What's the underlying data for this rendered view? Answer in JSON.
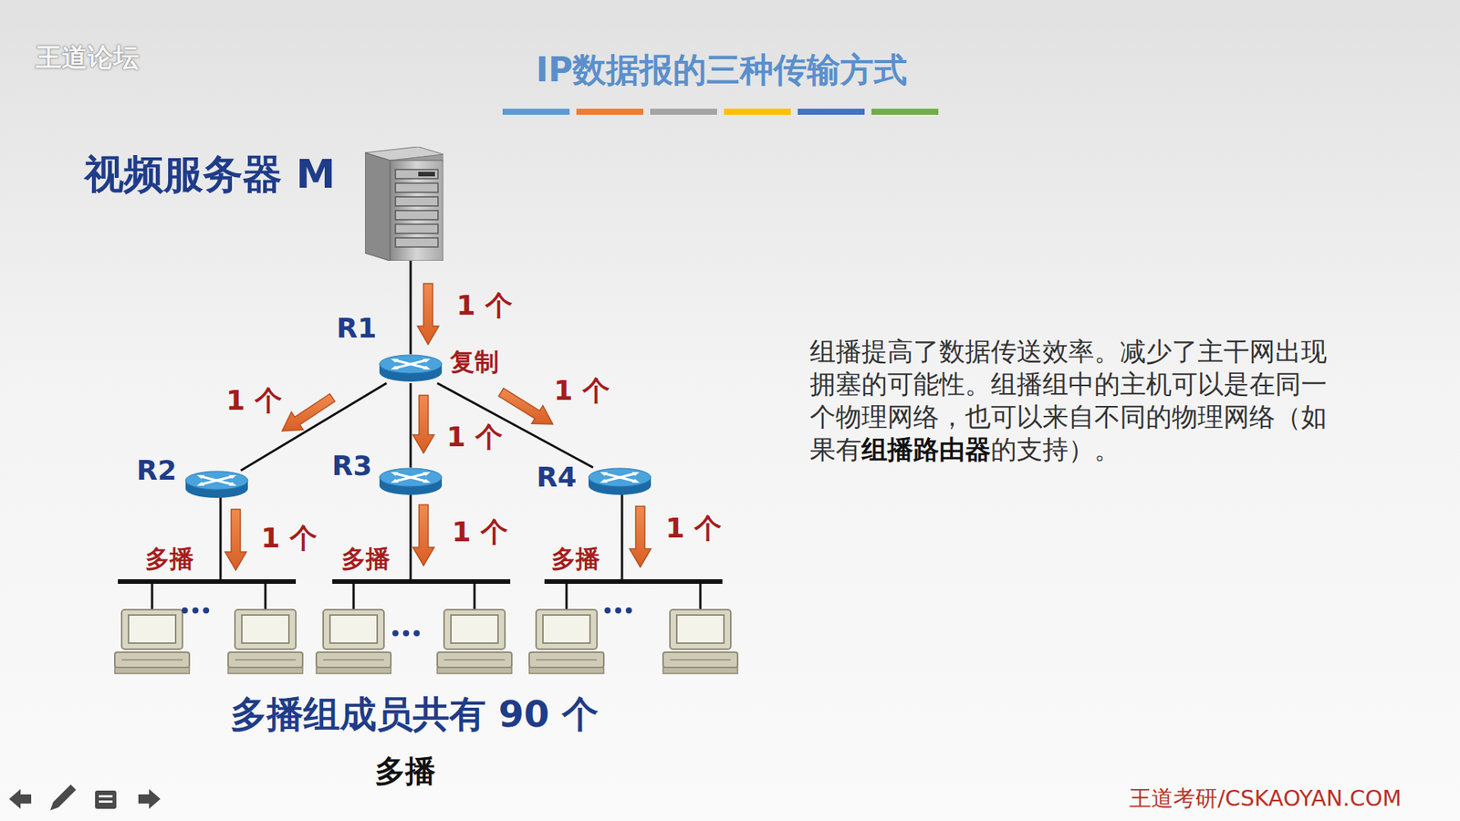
{
  "diagram": {
    "title": "IP数据报的三种传输方式",
    "caption": "多播",
    "nodes": [
      {
        "text": [
          "视频服务器 M"
        ]
      },
      {
        "text": [
          "R1"
        ]
      },
      {
        "text": [
          "R2"
        ]
      },
      {
        "text": [
          "R3"
        ]
      },
      {
        "text": [
          "R4"
        ]
      }
    ],
    "edges": [
      {
        "from": 0,
        "to": 1,
        "arrow": "none"
      },
      {
        "from": 1,
        "to": 2,
        "arrow": "none"
      },
      {
        "from": 1,
        "to": 3,
        "arrow": "none"
      },
      {
        "from": 1,
        "to": 4,
        "arrow": "none"
      }
    ],
    "labels": [
      "王道论坛",
      "1 个",
      "1 个",
      "1 个",
      "1 个",
      "1 个",
      "1 个",
      "1 个",
      "复制",
      "多播",
      "多播",
      "多播",
      "多播组成员共有 90 个",
      "组播提高了数据传送效率。减少了主干网出现拥塞的可能性。组播组中的主机可以是在同一个物理网络，也可以来自不同的物理网络（如果有",
      "组播路由器",
      "的支持）。",
      "王道考研/CSKAOYAN.COM"
    ]
  }
}
